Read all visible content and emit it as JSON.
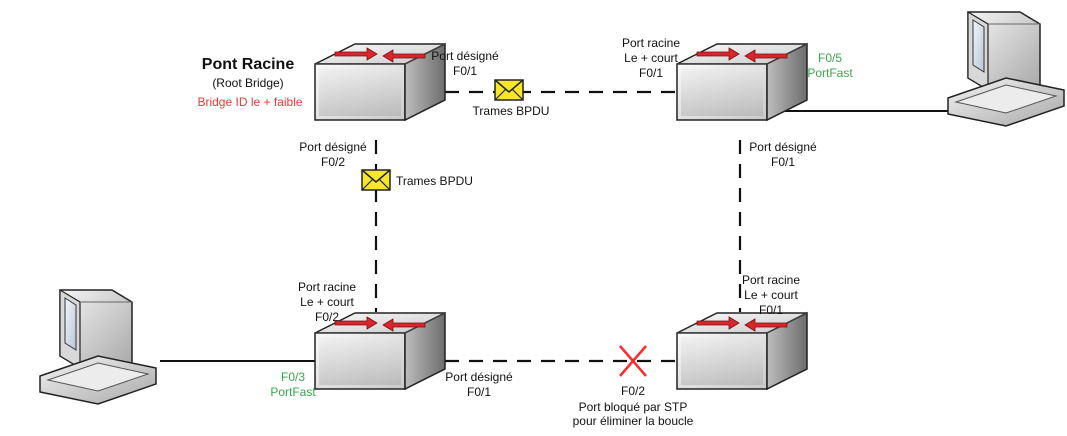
{
  "root": {
    "title": "Pont Racine",
    "subtitle": "(Root Bridge)",
    "note": "Bridge ID le + faible"
  },
  "labels": {
    "root_f01_role": "Port désigné",
    "root_f01_port": "F0/1",
    "root_f02_role": "Port désigné",
    "root_f02_port": "F0/2",
    "bpdu_top": "Trames BPDU",
    "bpdu_left": "Trames BPDU",
    "tr_root_role": "Port racine",
    "tr_root_cost": "Le + court",
    "tr_root_port": "F0/1",
    "tr_f05_port": "F0/5",
    "tr_f05_mode": "PortFast",
    "tr_desig_role": "Port désigné",
    "tr_desig_port": "F0/1",
    "bl_root_role": "Port racine",
    "bl_root_cost": "Le + court",
    "bl_root_port": "F0/2",
    "bl_f03_port": "F0/3",
    "bl_f03_mode": "PortFast",
    "bl_desig_role": "Port désigné",
    "bl_desig_port": "F0/1",
    "br_root_role": "Port racine",
    "br_root_cost": "Le + court",
    "br_root_port": "F0/1",
    "br_blocked_port": "F0/2",
    "br_blocked_line1": "Port bloqué par STP",
    "br_blocked_line2": "pour éliminer la boucle"
  },
  "colors": {
    "portfast": "#3aa64a",
    "root_note": "#e83a3a",
    "blocked_mark": "#ff2a2a",
    "envelope": "#f7e62a",
    "switch_arrow": "#d9262c"
  },
  "icons": {
    "switch": "switch-icon",
    "pc": "computer-icon",
    "envelope": "envelope-icon",
    "blocked": "blocked-x-icon"
  }
}
